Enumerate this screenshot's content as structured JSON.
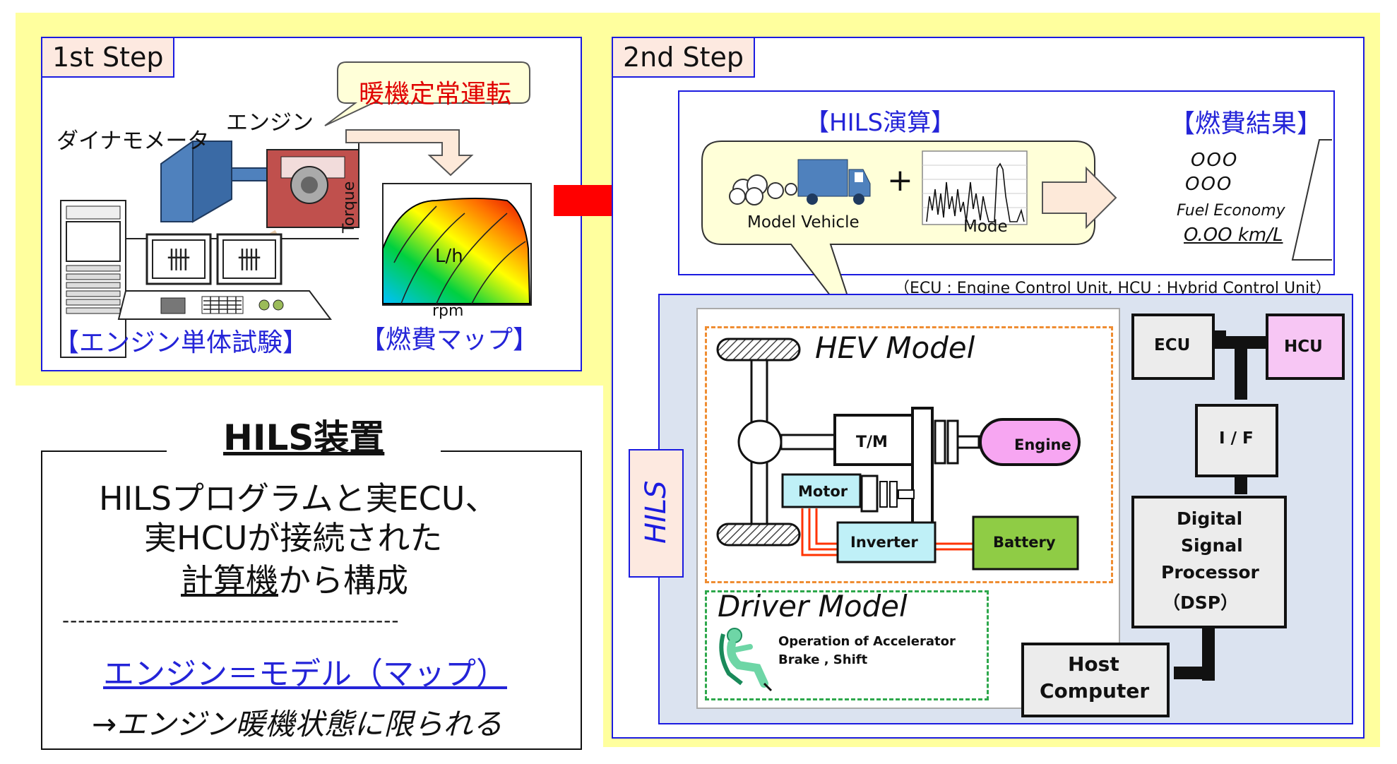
{
  "step1": {
    "label": "1st Step",
    "callout": "暖機定常運転",
    "dynamometer": "ダイナモメータ",
    "engine": "エンジン",
    "torque_axis": "Torque",
    "rpm_axis": "rpm",
    "map_label": "L/h",
    "test_caption": "【エンジン単体試験】",
    "map_caption": "【燃費マップ】"
  },
  "step2": {
    "label": "2nd Step",
    "hils_calc": "【HILS演算】",
    "fuel_result": "【燃費結果】",
    "model_vehicle": "Model Vehicle",
    "plus": "+",
    "mode": "Mode",
    "result_line1": "OOO",
    "result_line2": "OOO",
    "fuel_economy": "Fuel Economy",
    "result_value": "O.OO km/L",
    "abbrev_note": "（ECU : Engine Control Unit, HCU : Hybrid Control Unit）"
  },
  "hils": {
    "side_label": "HILS",
    "hev_model": "HEV Model",
    "tm": "T/M",
    "engine": "Engine",
    "motor": "Motor",
    "inverter": "Inverter",
    "battery": "Battery",
    "driver_model": "Driver Model",
    "driver_op_line1": "Operation of Accelerator",
    "driver_op_line2": "Brake , Shift",
    "ecu": "ECU",
    "hcu": "HCU",
    "if": "I / F",
    "dsp_line1": "Digital",
    "dsp_line2": "Signal",
    "dsp_line3": "Processor",
    "dsp_line4": "（DSP）",
    "host_line1": "Host",
    "host_line2": "Computer"
  },
  "summary": {
    "title": "HILS装置",
    "line1": "HILSプログラムと実ECU、",
    "line2": "実HCUが接続された",
    "line3_underlined": "計算機",
    "line3_rest": "から構成",
    "divider": "-------------------------------------------",
    "conclusion": "エンジン＝モデル（マップ）",
    "consequence": "→エンジン暖機状態に限られる"
  },
  "colors": {
    "highlight_yellow": "#ffff9e",
    "frame_blue": "#1b1be0",
    "caption_blue": "#2424d8",
    "callout_red": "#e00000",
    "arrow_red": "#ff0000",
    "engine_pink": "#f7a6f2",
    "motor_cyan": "#bff0f7",
    "battery_green": "#8fcc45",
    "hils_bg": "#dbe3f0",
    "hev_dash_orange": "#ef8d32",
    "driver_dash_green": "#2ea84c"
  }
}
